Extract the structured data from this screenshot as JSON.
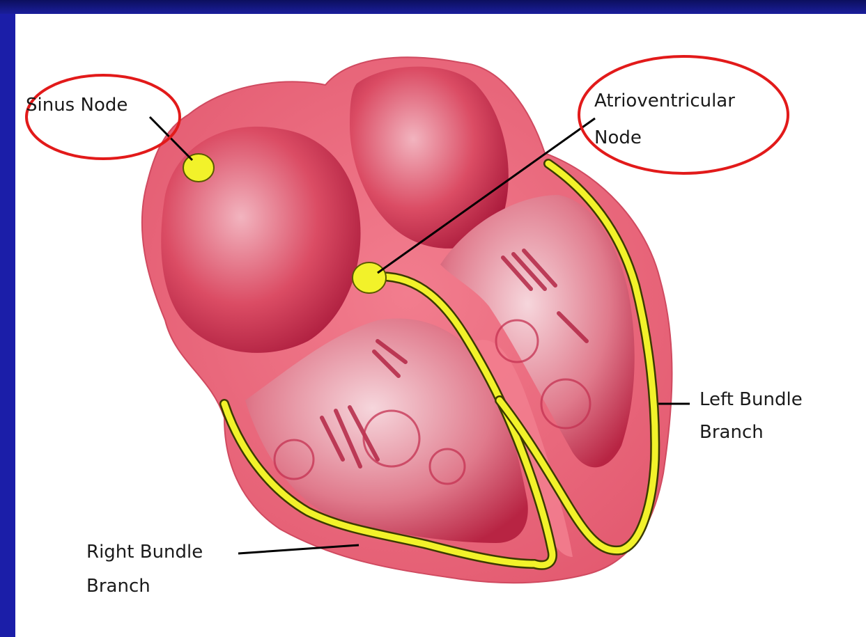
{
  "labels": {
    "sinus_node": "Sinus Node",
    "av_node_line1": "Atrioventricular",
    "av_node_line2": "Node",
    "left_bundle_line1": "Left Bundle",
    "left_bundle_line2": "Branch",
    "right_bundle_line1": "Right Bundle",
    "right_bundle_line2": "Branch"
  },
  "colors": {
    "frame": "#1a1ec0",
    "background": "#ffffff",
    "heart_wall": "#e8687c",
    "heart_chamber": "#c9364e",
    "conduction": "#f2f22a",
    "highlight_circle": "#e21a1a",
    "leader_line": "#000000"
  }
}
